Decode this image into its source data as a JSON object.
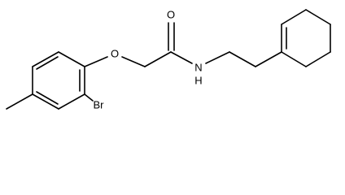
{
  "molecule": {
    "atoms": {
      "oxygen_ether": "O",
      "oxygen_carbonyl": "O",
      "amide_nitrogen": "N",
      "amide_hydrogen": "H",
      "bromine": "Br"
    }
  }
}
